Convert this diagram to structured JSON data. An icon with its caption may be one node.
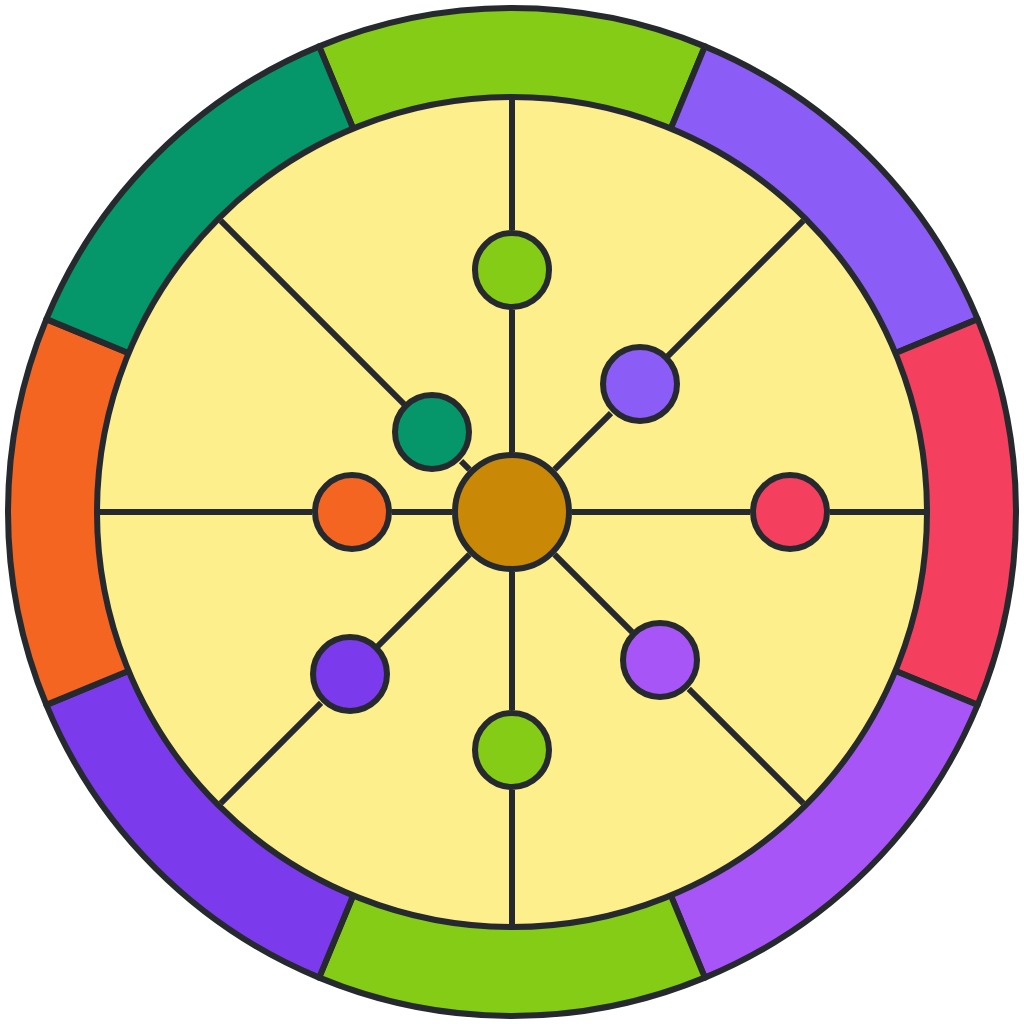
{
  "diagram": {
    "nodes": [
      {
        "text": [],
        "shape": "circle"
      },
      {
        "text": [],
        "shape": "circle"
      },
      {
        "text": [],
        "shape": "circle"
      },
      {
        "text": [],
        "shape": "circle"
      },
      {
        "text": [],
        "shape": "circle"
      },
      {
        "text": [],
        "shape": "circle"
      },
      {
        "text": [],
        "shape": "circle"
      },
      {
        "text": [],
        "shape": "circle"
      },
      {
        "text": [],
        "shape": "circle"
      }
    ],
    "edges": [
      {
        "from": 0,
        "to": 1,
        "arrow": "none"
      },
      {
        "from": 0,
        "to": 2,
        "arrow": "none"
      },
      {
        "from": 0,
        "to": 3,
        "arrow": "none"
      },
      {
        "from": 0,
        "to": 4,
        "arrow": "none"
      },
      {
        "from": 0,
        "to": 5,
        "arrow": "none"
      },
      {
        "from": 0,
        "to": 6,
        "arrow": "none"
      },
      {
        "from": 0,
        "to": 7,
        "arrow": "none"
      },
      {
        "from": 0,
        "to": 8,
        "arrow": "none"
      },
      {
        "from": 1,
        "to": null,
        "arrow": "none"
      },
      {
        "from": 2,
        "to": null,
        "arrow": "none"
      },
      {
        "from": 3,
        "to": null,
        "arrow": "none"
      },
      {
        "from": 4,
        "to": null,
        "arrow": "none"
      },
      {
        "from": 5,
        "to": null,
        "arrow": "none"
      },
      {
        "from": 6,
        "to": null,
        "arrow": "none"
      },
      {
        "from": 7,
        "to": null,
        "arrow": "none"
      },
      {
        "from": 8,
        "to": null,
        "arrow": "none"
      }
    ]
  }
}
